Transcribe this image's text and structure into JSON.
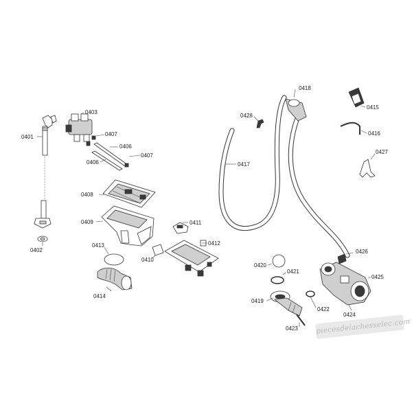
{
  "diagram": {
    "labels": {
      "p0401": "0401",
      "p0402": "0402",
      "p0403": "0403",
      "p0406a": "0406",
      "p0406b": "0406",
      "p0407a": "0407",
      "p0407b": "0407",
      "p0408": "0408",
      "p0409": "0409",
      "p0410": "0410",
      "p0411": "0411",
      "p0412": "0412",
      "p0413": "0413",
      "p0414": "0414",
      "p0415": "0415",
      "p0416": "0416",
      "p0417": "0417",
      "p0418": "0418",
      "p0419": "0419",
      "p0420": "0420",
      "p0421": "0421",
      "p0422": "0422",
      "p0423": "0423",
      "p0424": "0424",
      "p0425": "0425",
      "p0426": "0426",
      "p0427": "0427",
      "p0428": "0428"
    },
    "watermark": "piecesdelachesselec.com"
  }
}
